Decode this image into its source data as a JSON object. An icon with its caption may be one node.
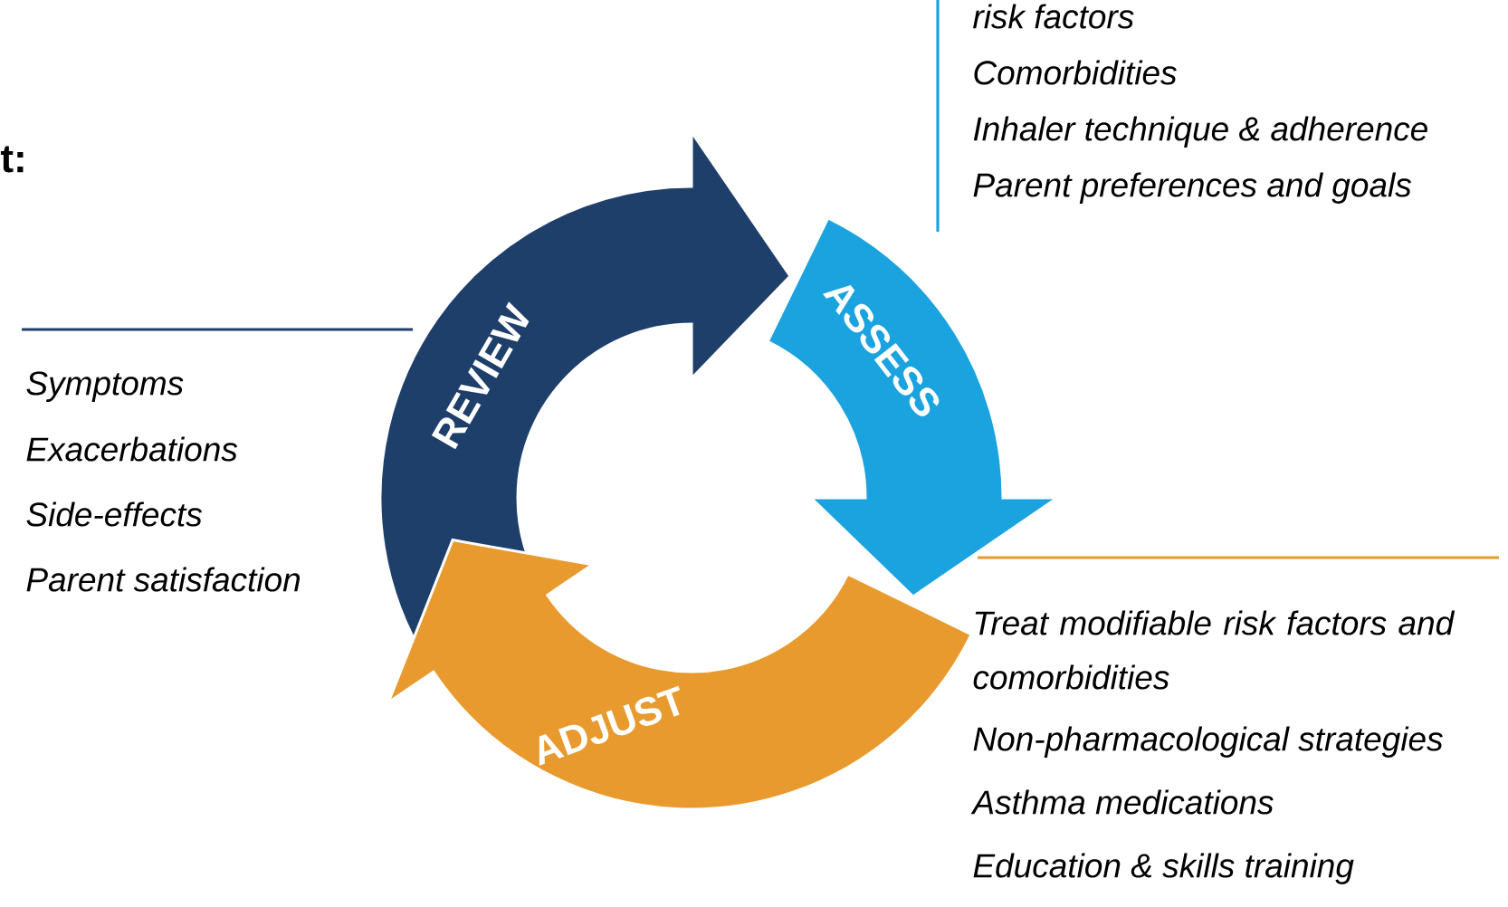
{
  "diagram": {
    "nodes": [
      {
        "text": [
          "REVIEW"
        ],
        "beside": [
          "Symptoms",
          "Exacerbations",
          "Side-effects",
          "Parent satisfaction"
        ]
      },
      {
        "text": [
          "ASSESS"
        ],
        "beside": [
          "risk factors",
          "Comorbidities",
          "Inhaler technique & adherence",
          "Parent preferences and goals"
        ]
      },
      {
        "text": [
          "ADJUST"
        ],
        "beside": [
          "Treat modifiable risk factors and comorbidities",
          "Non-pharmacological strategies",
          "Asthma medications",
          "Education & skills training"
        ]
      }
    ],
    "edges": [
      {
        "from": 2,
        "to": 1,
        "arrow": "to",
        "style": "thick",
        "color": "#1f3f6b"
      },
      {
        "from": 0,
        "to": 2,
        "arrow": "to",
        "style": "thick",
        "color": "#1ba3e0"
      },
      {
        "from": 1,
        "to": 0,
        "arrow": "to",
        "style": "thick",
        "color": "#e89a2e"
      }
    ],
    "labels": [
      "t:"
    ]
  }
}
